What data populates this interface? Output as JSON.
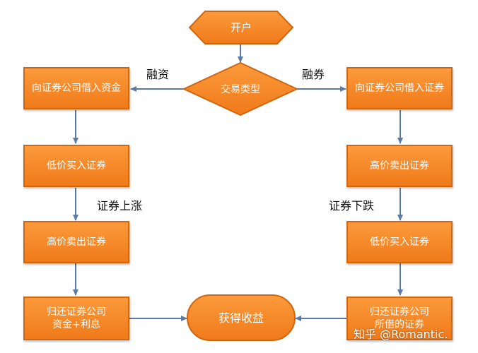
{
  "nodes": {
    "open_account": "开户",
    "trade_type": "交易类型",
    "borrow_funds": "向证券公司借入资金",
    "buy_low_left": "低价买入证券",
    "sell_high_left": "高价卖出证券",
    "repay_left_line1": "归还证券公司",
    "repay_left_line2": "资金+利息",
    "borrow_securities": "向证券公司借入证券",
    "sell_high_right": "高价卖出证券",
    "buy_low_right": "低价买入证券",
    "repay_right_line1": "归还证券公司",
    "repay_right_line2": "所借的证券",
    "profit": "获得收益"
  },
  "labels": {
    "margin_financing": "融资",
    "securities_lending": "融券",
    "price_up": "证券上涨",
    "price_down": "证券下跌"
  },
  "watermark": "知乎 @Romantic.",
  "colors": {
    "node_fill": "#f58a2a",
    "node_border": "#cf6610",
    "arrow": "#5b7aa8"
  }
}
